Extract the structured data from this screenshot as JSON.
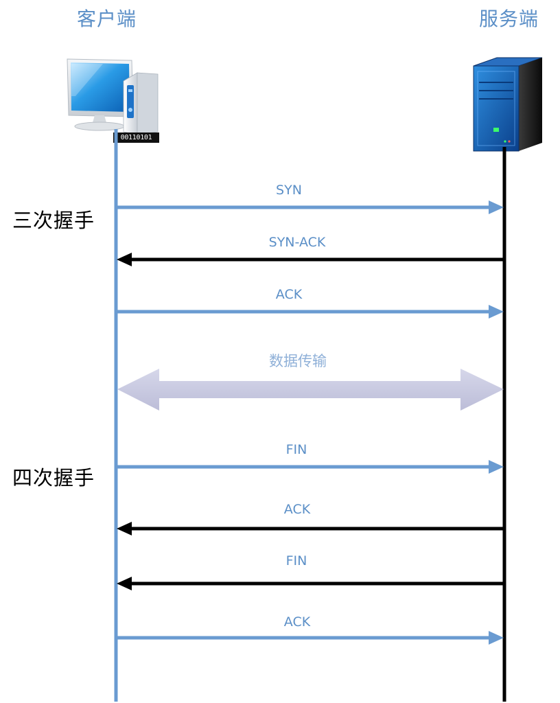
{
  "actors": {
    "client": "客户端",
    "server": "服务端",
    "client_binary": "00110101"
  },
  "sections": {
    "handshake": "三次握手",
    "teardown": "四次握手"
  },
  "messages": [
    {
      "label": "SYN",
      "direction": "client-to-server",
      "color": "#6a9bd1"
    },
    {
      "label": "SYN-ACK",
      "direction": "server-to-client",
      "color": "#000000"
    },
    {
      "label": "ACK",
      "direction": "client-to-server",
      "color": "#6a9bd1"
    },
    {
      "label": "数据传输",
      "direction": "bidirectional",
      "color": "#cfd0e4"
    },
    {
      "label": "FIN",
      "direction": "client-to-server",
      "color": "#6a9bd1"
    },
    {
      "label": "ACK",
      "direction": "server-to-client",
      "color": "#000000"
    },
    {
      "label": "FIN",
      "direction": "server-to-client",
      "color": "#000000"
    },
    {
      "label": "ACK",
      "direction": "client-to-server",
      "color": "#6a9bd1"
    }
  ],
  "colors": {
    "client_line": "#6a9bd1",
    "server_line": "#000000",
    "label_text": "#5b8fc7"
  }
}
